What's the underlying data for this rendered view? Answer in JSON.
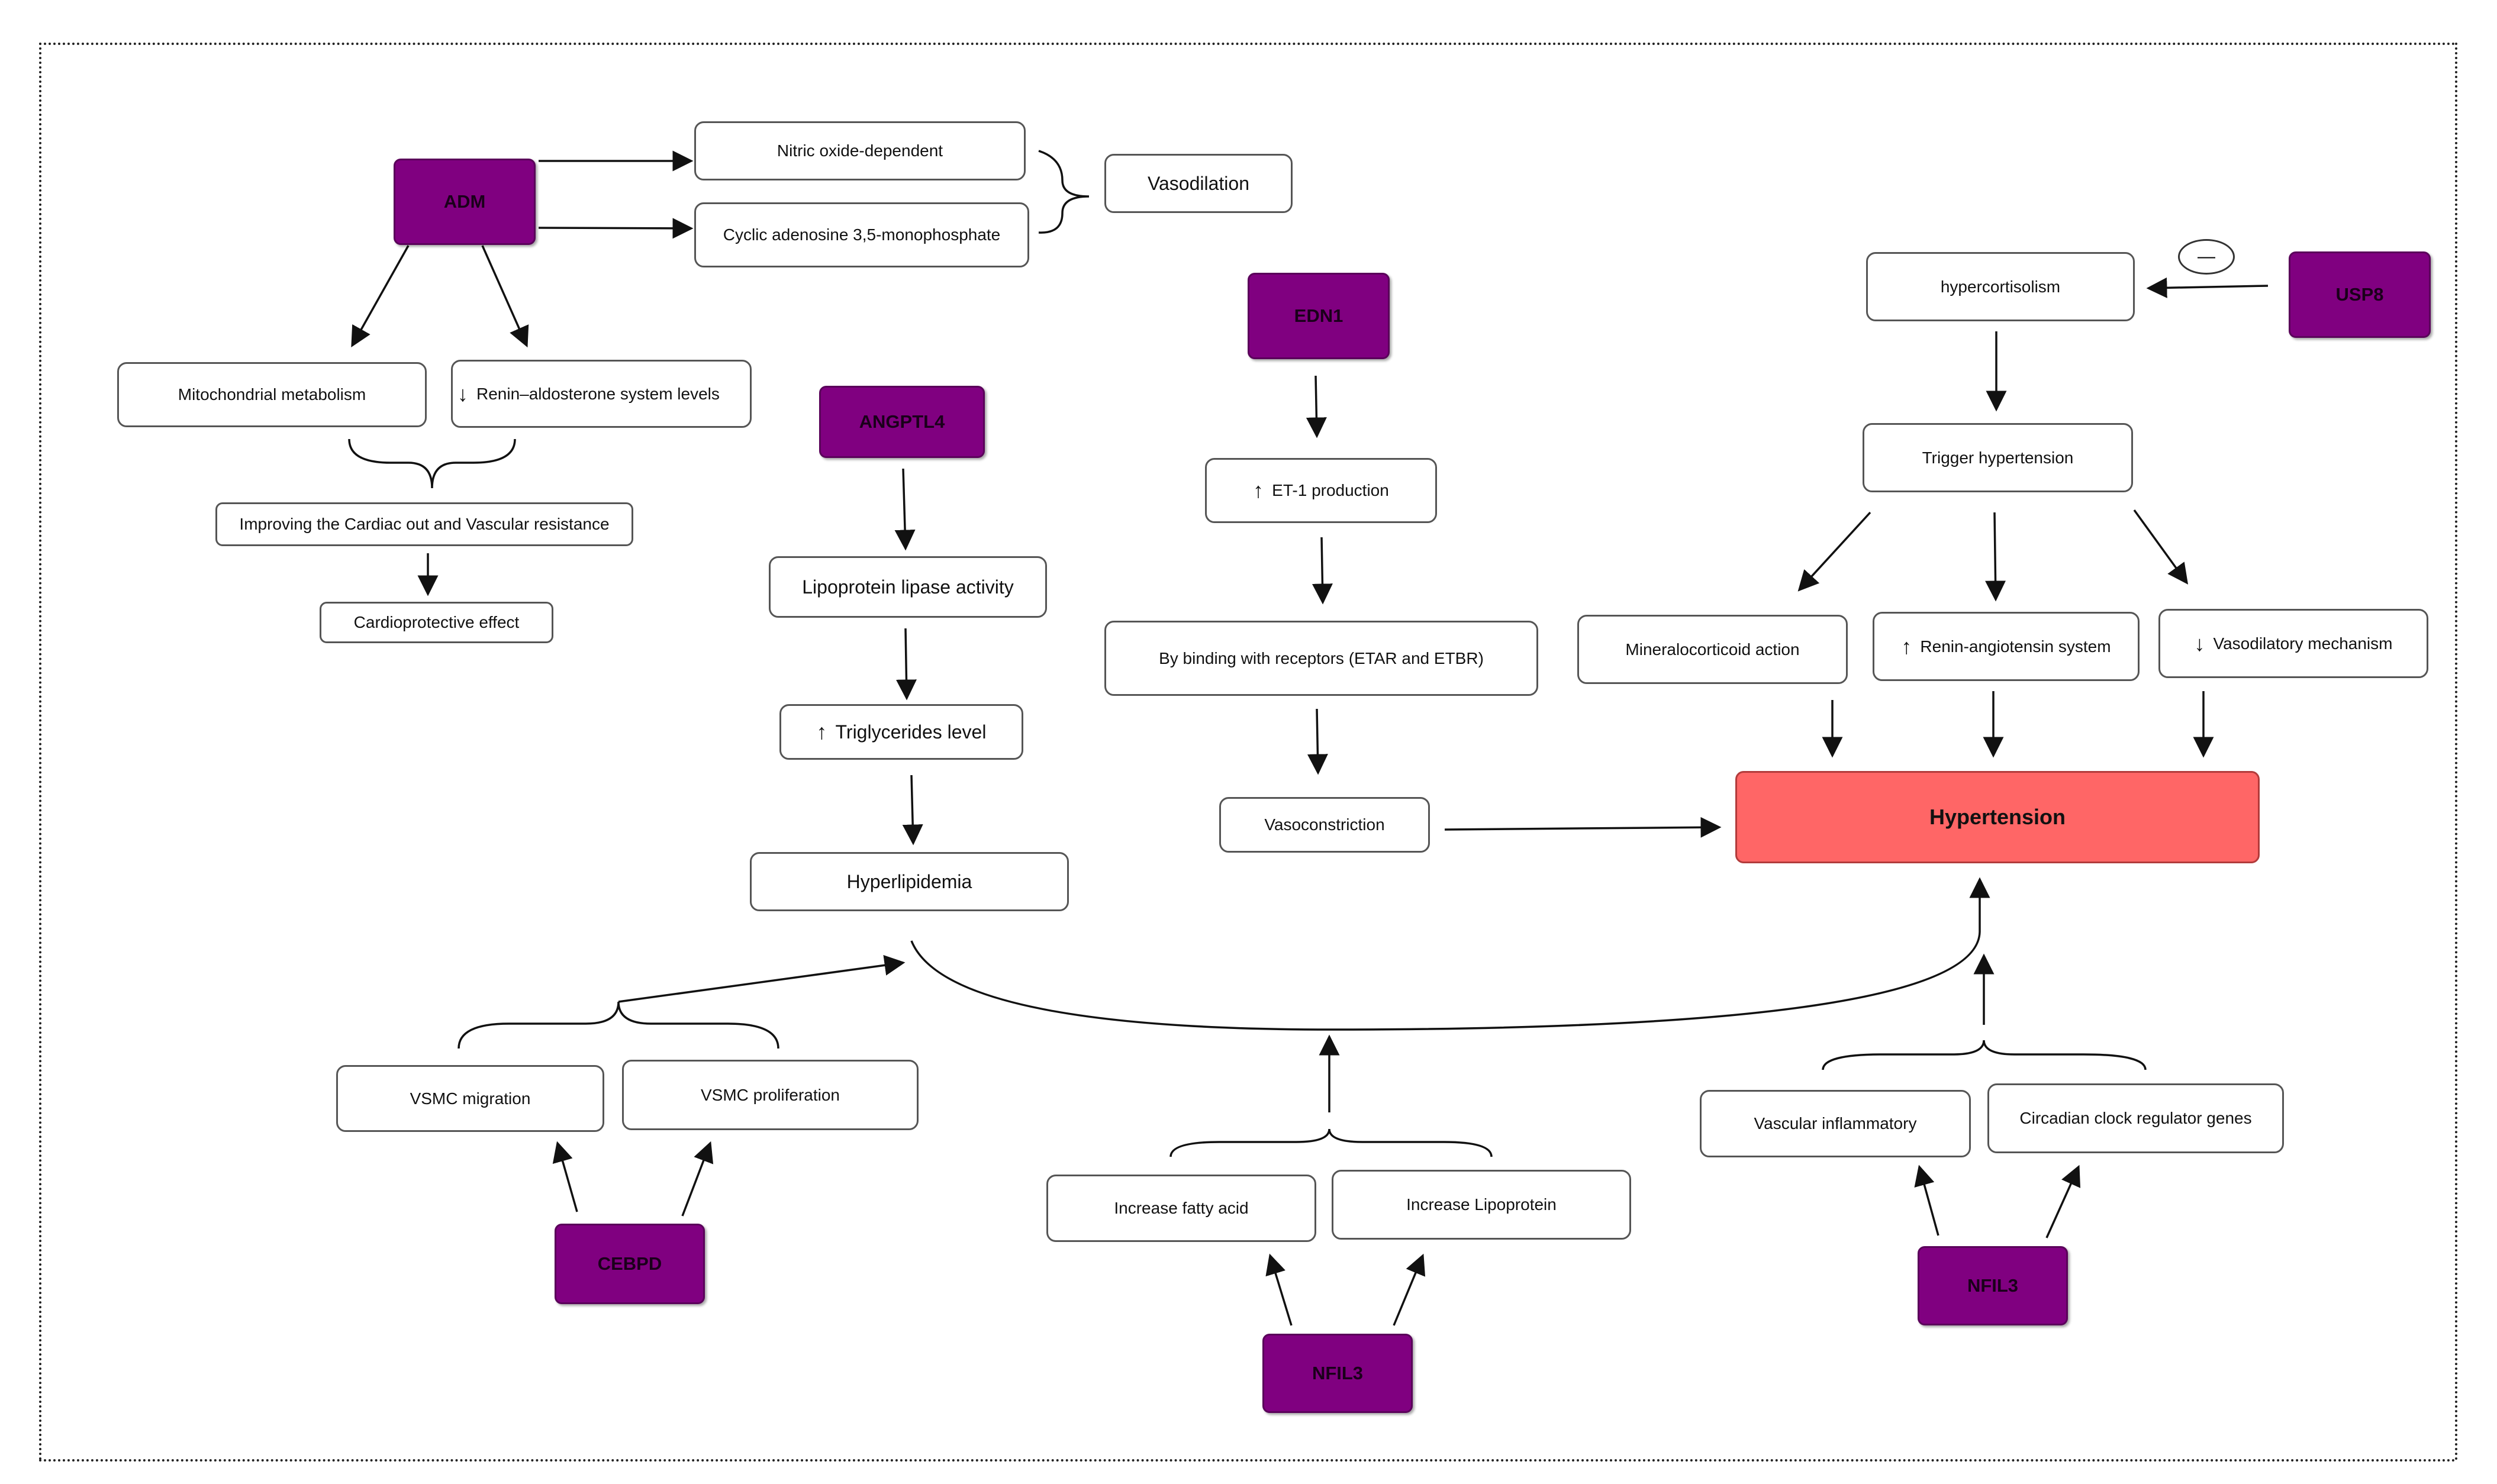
{
  "genes": {
    "adm": "ADM",
    "angptl4": "ANGPTL4",
    "edn1": "EDN1",
    "usp8": "USP8",
    "cebpd": "CEBPD",
    "nfil3_center": "NFIL3",
    "nfil3_right": "NFIL3"
  },
  "adm_branch": {
    "nitric": "Nitric oxide-dependent",
    "cyclic": "Cyclic adenosine 3,5-monophosphate",
    "vasodilation": "Vasodilation",
    "mito": "Mitochondrial metabolism",
    "renin_arrow": "↓",
    "renin": "Renin–aldosterone system levels",
    "improving": "Improving the Cardiac out and Vascular resistance",
    "cardio": "Cardioprotective effect"
  },
  "angptl4_branch": {
    "lipase": "Lipoprotein lipase activity",
    "trig_arrow": "↑",
    "trig": "Triglycerides level",
    "hyperlipidemia": "Hyperlipidemia"
  },
  "edn1_branch": {
    "et1_arrow": "↑",
    "et1": "ET-1 production",
    "binding": "By binding with receptors (ETAR and ETBR)",
    "vasoconstriction": "Vasoconstriction"
  },
  "usp8_branch": {
    "inhibit_symbol": "—",
    "hypercort": "hypercortisolism",
    "trigger": "Trigger hypertension",
    "mineralo": "Mineralocorticoid action",
    "ras_arrow": "↑",
    "ras": "Renin-angiotensin system",
    "vasodil_arrow": "↓",
    "vasodil": "Vasodilatory mechanism"
  },
  "hypertension": "Hypertension",
  "cebpd_branch": {
    "migration": "VSMC migration",
    "proliferation": "VSMC proliferation"
  },
  "nfil3_center_branch": {
    "fatty": "Increase fatty acid",
    "lipoprotein": "Increase Lipoprotein"
  },
  "nfil3_right_branch": {
    "inflam": "Vascular inflammatory",
    "circadian": "Circadian clock regulator genes"
  },
  "colors": {
    "gene_fill": "#800080",
    "hypertension_fill": "#ff6666",
    "box_border": "#555555"
  }
}
